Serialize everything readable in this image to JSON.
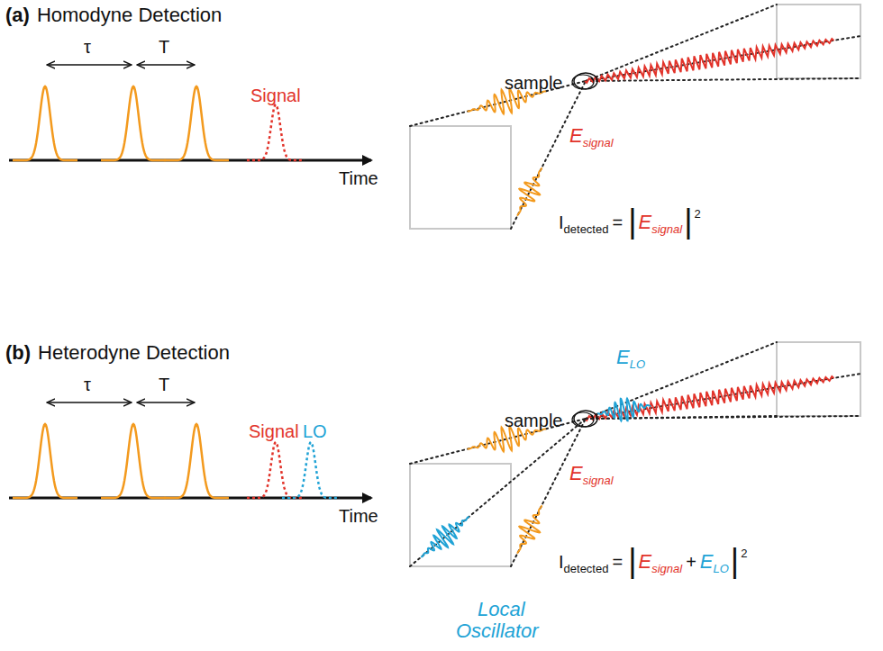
{
  "diagram": {
    "labels": [
      "(a)",
      "Homodyne Detection",
      "τ",
      "T",
      "Signal",
      "Time",
      "sample",
      "E",
      "signal",
      "I",
      "detected",
      "=",
      "|",
      "E",
      "signal",
      "|",
      "2",
      "(b)",
      "Heterodyne Detection",
      "τ",
      "T",
      "Signal",
      "LO",
      "Time",
      "E",
      "LO",
      "sample",
      "E",
      "signal",
      "I",
      "detected",
      "=",
      "|",
      "E",
      "signal",
      "+",
      "E",
      "LO",
      "|",
      "2",
      "Local",
      "Oscillator"
    ]
  }
}
